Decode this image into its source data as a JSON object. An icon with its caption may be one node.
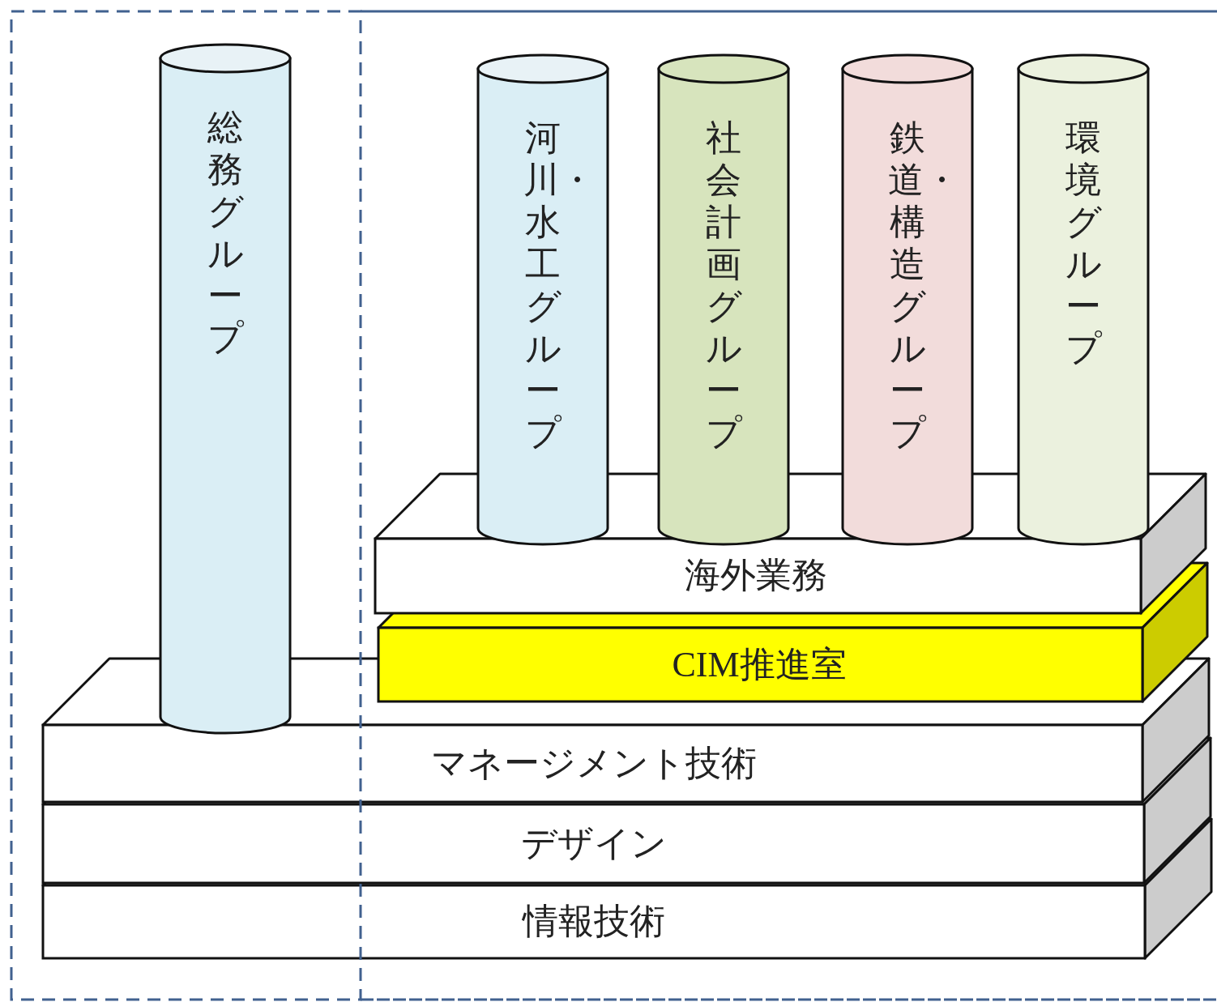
{
  "diagram": {
    "nodes": [
      {
        "text": [
          "総務グループ"
        ]
      },
      {
        "text": [
          "河川・水工グループ"
        ]
      },
      {
        "text": [
          "社会計画グループ"
        ]
      },
      {
        "text": [
          "鉄道・構造グループ"
        ]
      },
      {
        "text": [
          "環境グループ"
        ]
      },
      {
        "text": [
          "海外業務"
        ]
      },
      {
        "text": [
          "CIM推進室"
        ]
      },
      {
        "text": [
          "マネージメント技術"
        ]
      },
      {
        "text": [
          "デザイン"
        ]
      },
      {
        "text": [
          "情報技術"
        ]
      }
    ]
  }
}
